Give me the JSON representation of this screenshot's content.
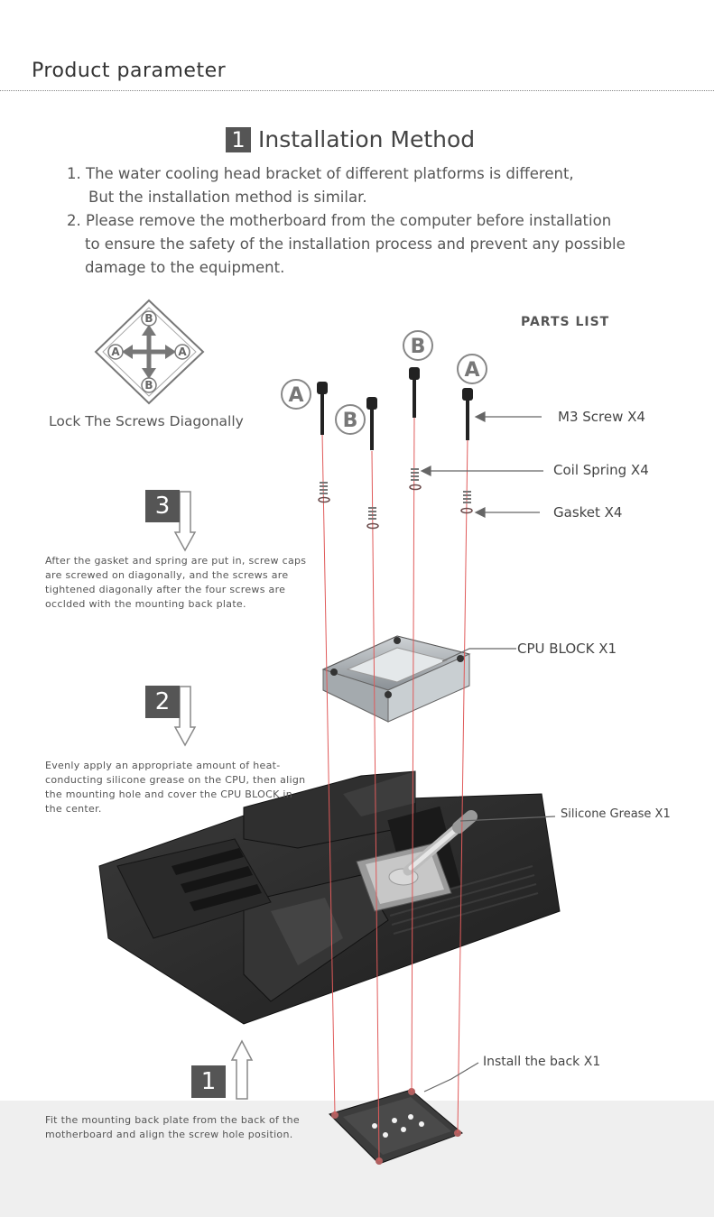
{
  "header": {
    "section_title": "Product parameter"
  },
  "installation": {
    "number": "1",
    "title": "Installation Method",
    "lines": [
      "1. The water cooling head bracket of different platforms is different,",
      "   But the installation method is similar.",
      "2. Please remove the motherboard from the computer before installation",
      "   to ensure the safety of the installation process and prevent any possible",
      "   damage to the equipment."
    ]
  },
  "diagram": {
    "lock_label": "Lock The Screws Diagonally",
    "parts_list_title": "PARTS LIST",
    "parts": {
      "screw": "M3 Screw X4",
      "spring": "Coil Spring X4",
      "gasket": "Gasket X4"
    },
    "cpu_block": "CPU BLOCK X1",
    "grease": "Silicone Grease X1",
    "back_plate": "Install the back X1",
    "screw_letters": {
      "a": "A",
      "b": "B"
    }
  },
  "steps": [
    {
      "number": "3",
      "text": "After the gasket and spring are put in, screw caps are screwed on diagonally, and the screws are tightened diagonally after the four screws are occlded with the mounting back plate."
    },
    {
      "number": "2",
      "text": "Evenly apply an appropriate amount of heat-conducting silicone grease on the CPU, then align the mounting hole and cover the CPU BLOCK in the center."
    },
    {
      "number": "1",
      "text": "Fit the mounting back plate from the back of the motherboard and align the screw hole position."
    }
  ],
  "colors": {
    "guide_line": "#e05a5a",
    "accent_box": "#555555",
    "board": "#2b2b2b"
  }
}
